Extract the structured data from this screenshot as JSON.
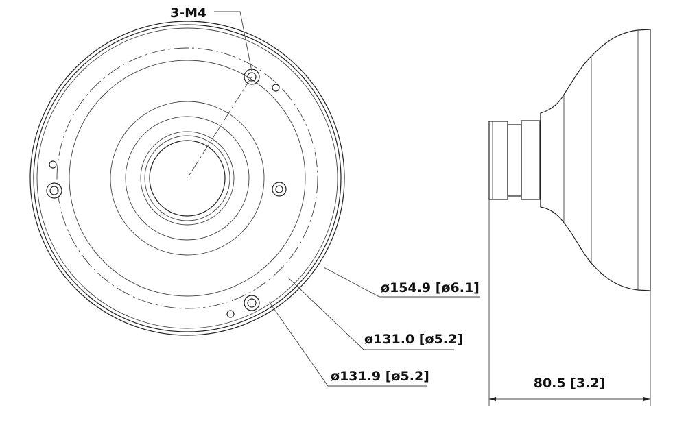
{
  "title": "Wall mount bracket dimension drawing",
  "labels": {
    "screw_spec": "3-M4",
    "outer_diameter": "ø154.9 [ø6.1]",
    "bolt_circle_diameter": "ø131.0 [ø5.2]",
    "mount_diameter": "ø131.9 [ø5.2]",
    "depth": "80.5 [3.2]"
  }
}
